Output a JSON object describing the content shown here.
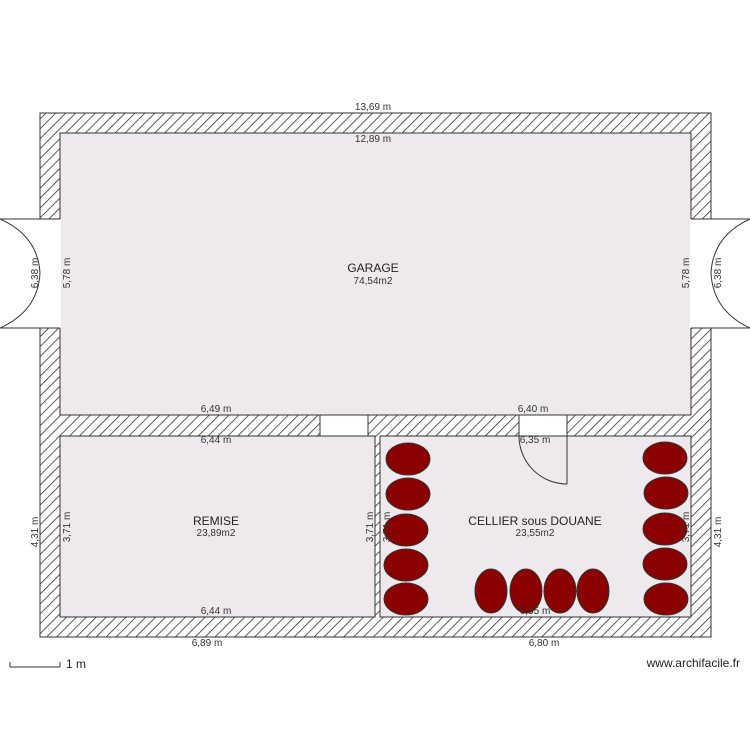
{
  "rooms": {
    "garage": {
      "name": "GARAGE",
      "area": "74,54m2"
    },
    "remise": {
      "name": "REMISE",
      "area": "23,89m2"
    },
    "cellier": {
      "name": "CELLIER sous DOUANE",
      "area": "23,55m2"
    }
  },
  "dimensions": {
    "outer_top": "13,69 m",
    "inner_top": "12,89 m",
    "garage_left_outer": "6,38 m",
    "garage_left_inner": "5,78 m",
    "garage_right_inner": "5,78 m",
    "garage_right_outer": "6,38 m",
    "garage_bottom_left": "6,49 m",
    "garage_bottom_right": "6,40 m",
    "remise_top": "6,44 m",
    "remise_bottom": "6,44 m",
    "remise_left_inner": "3,71 m",
    "remise_right_inner": "3,71 m",
    "cellier_top": "6,35 m",
    "cellier_left_inner": "3,71 m",
    "cellier_right_inner": "3,71 m",
    "cellier_bottom_inner": "6,35 m",
    "left_outer_lower": "4,31 m",
    "right_outer_lower": "4,31 m",
    "outer_bottom_left": "6,89 m",
    "outer_bottom_right": "6,80 m"
  },
  "scale_label": "1 m",
  "watermark": "www.archifacile.fr",
  "colors": {
    "wall_hatch": "#333333",
    "floor": "#ede9ec",
    "barrel": "#8b0000"
  }
}
